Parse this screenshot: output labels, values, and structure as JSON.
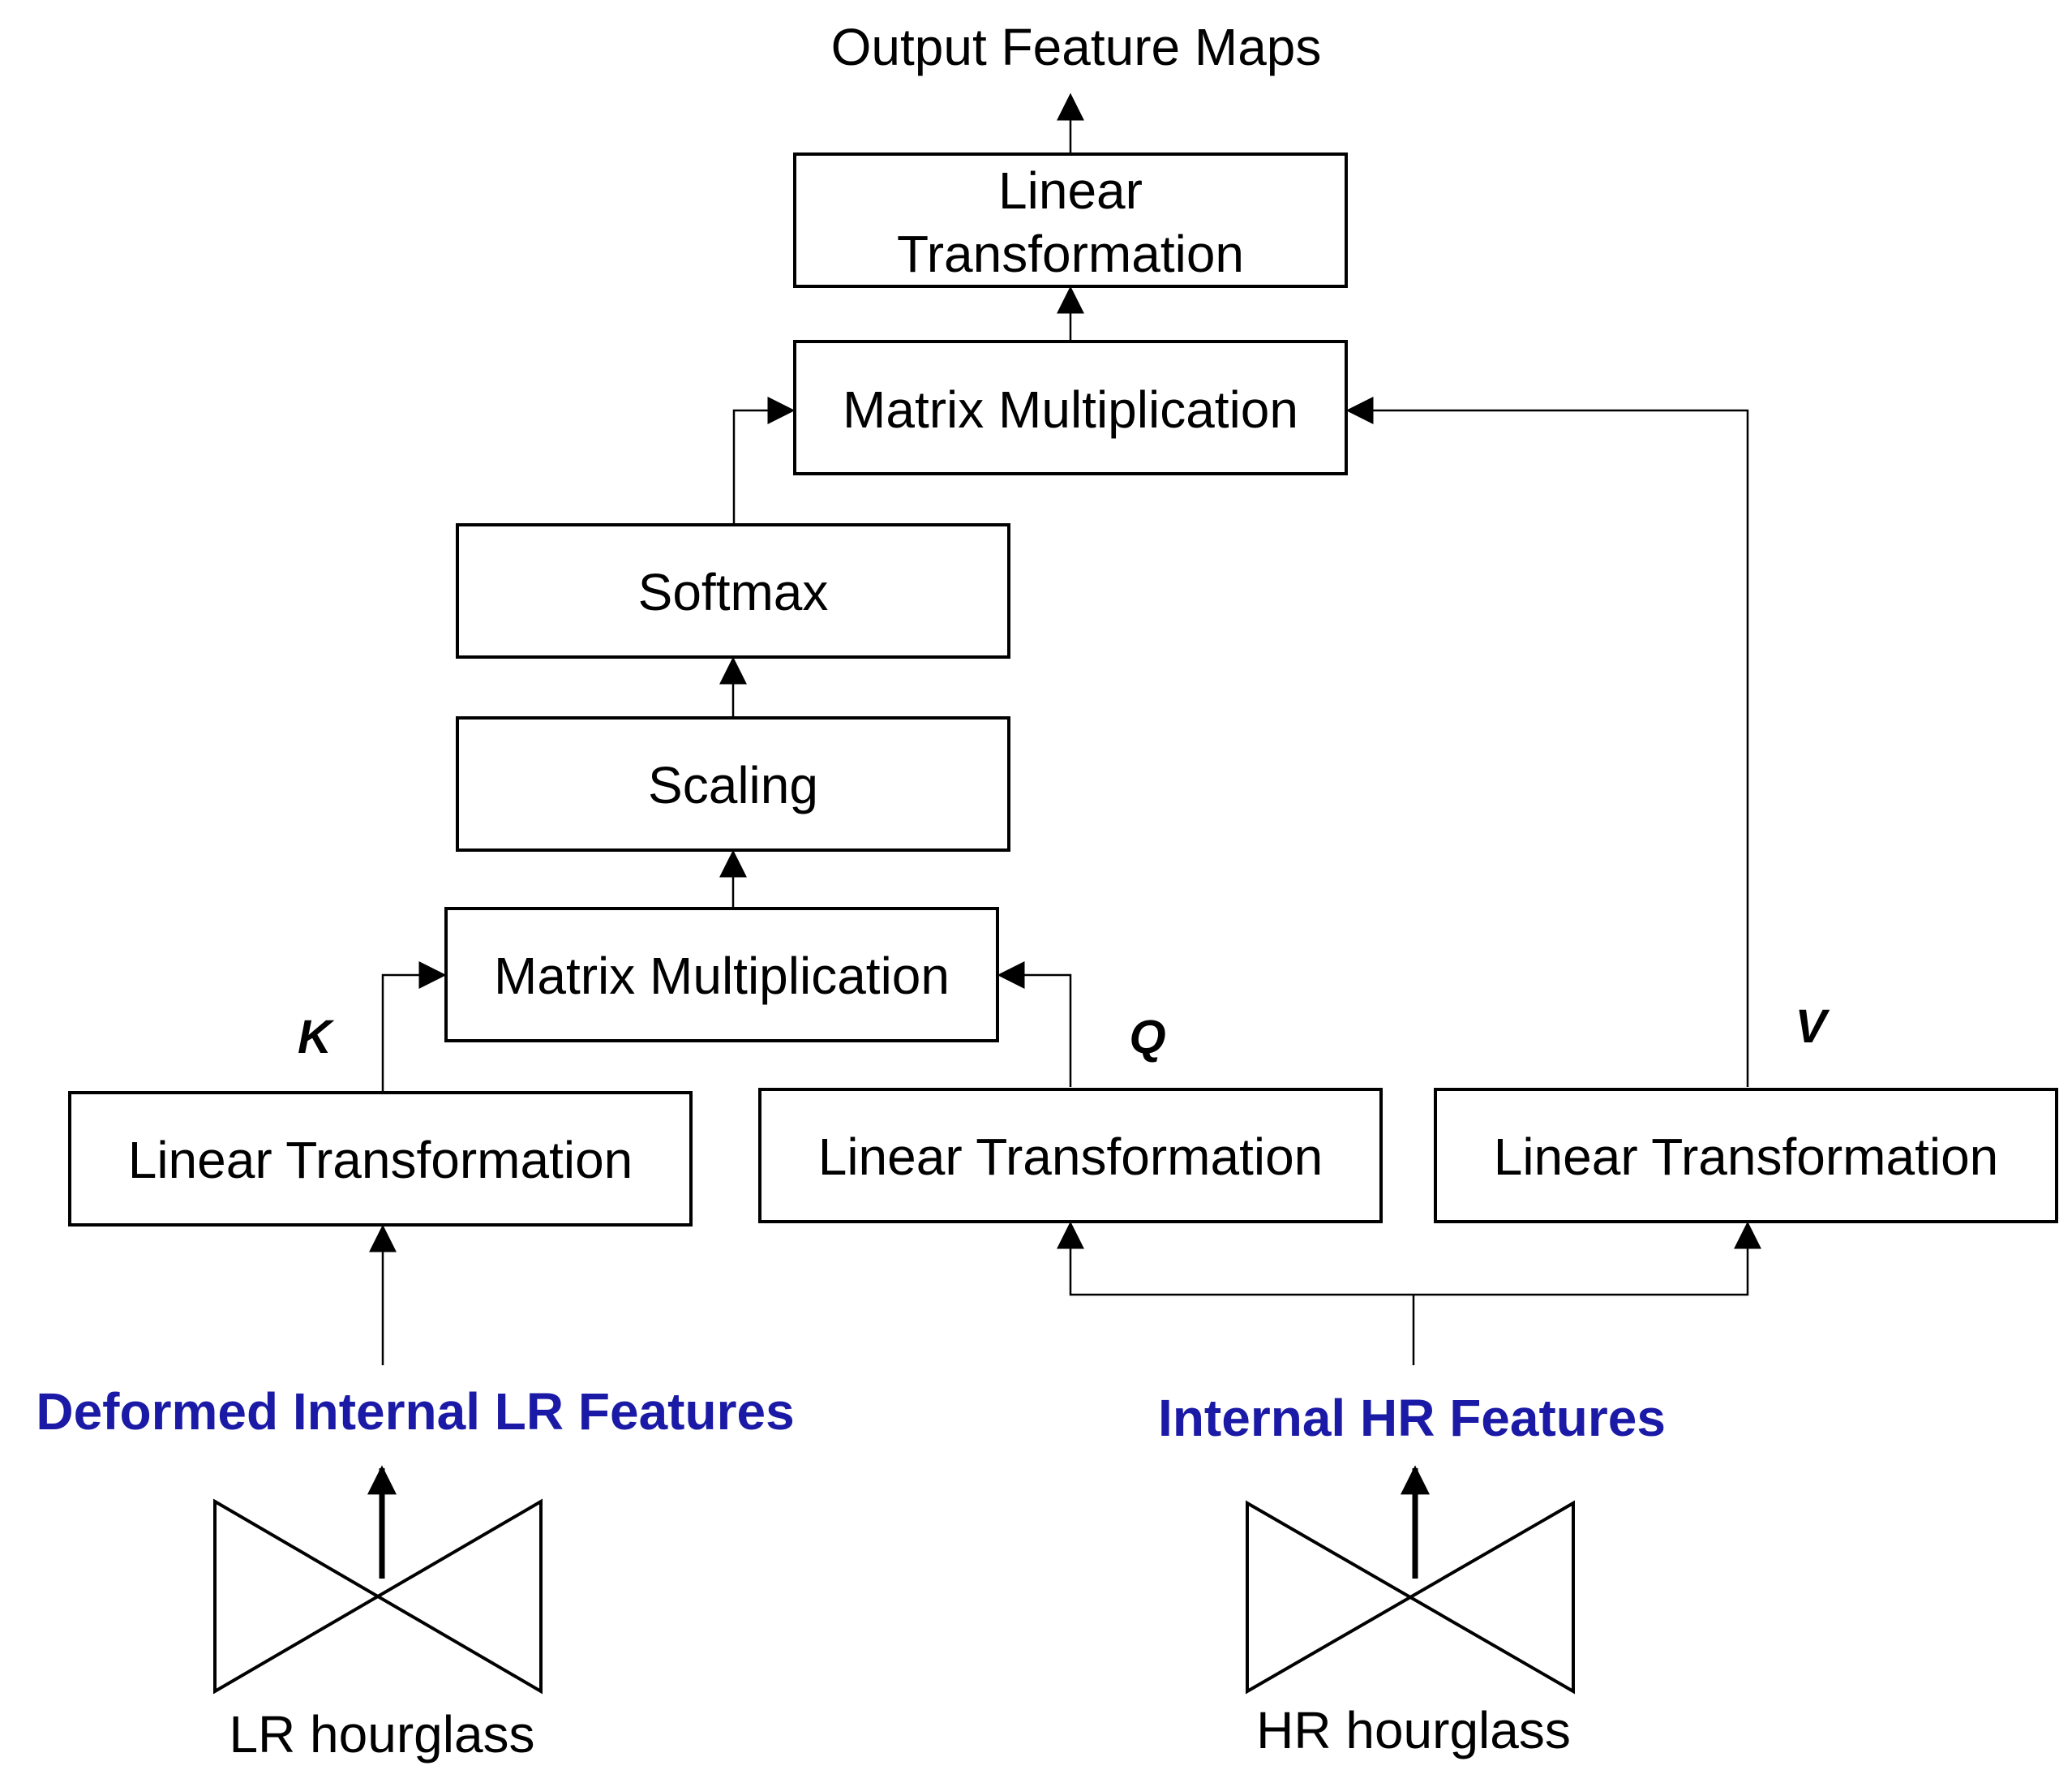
{
  "title": "Output Feature Maps",
  "boxes": {
    "out_linear": [
      "Linear",
      "Transformation"
    ],
    "matmul_top": "Matrix Multiplication",
    "softmax": "Softmax",
    "scaling": "Scaling",
    "matmul_bottom": "Matrix Multiplication",
    "linear_k": "Linear Transformation",
    "linear_q": "Linear Transformation",
    "linear_v": "Linear Transformation"
  },
  "branch_labels": {
    "k": "K",
    "q": "Q",
    "v": "V"
  },
  "features": {
    "lr": "Deformed Internal LR Features",
    "hr": "Internal HR Features"
  },
  "hourglass": {
    "lr": "LR hourglass",
    "hr": "HR hourglass"
  },
  "colors": {
    "feature_text": "#1a1aa6"
  }
}
